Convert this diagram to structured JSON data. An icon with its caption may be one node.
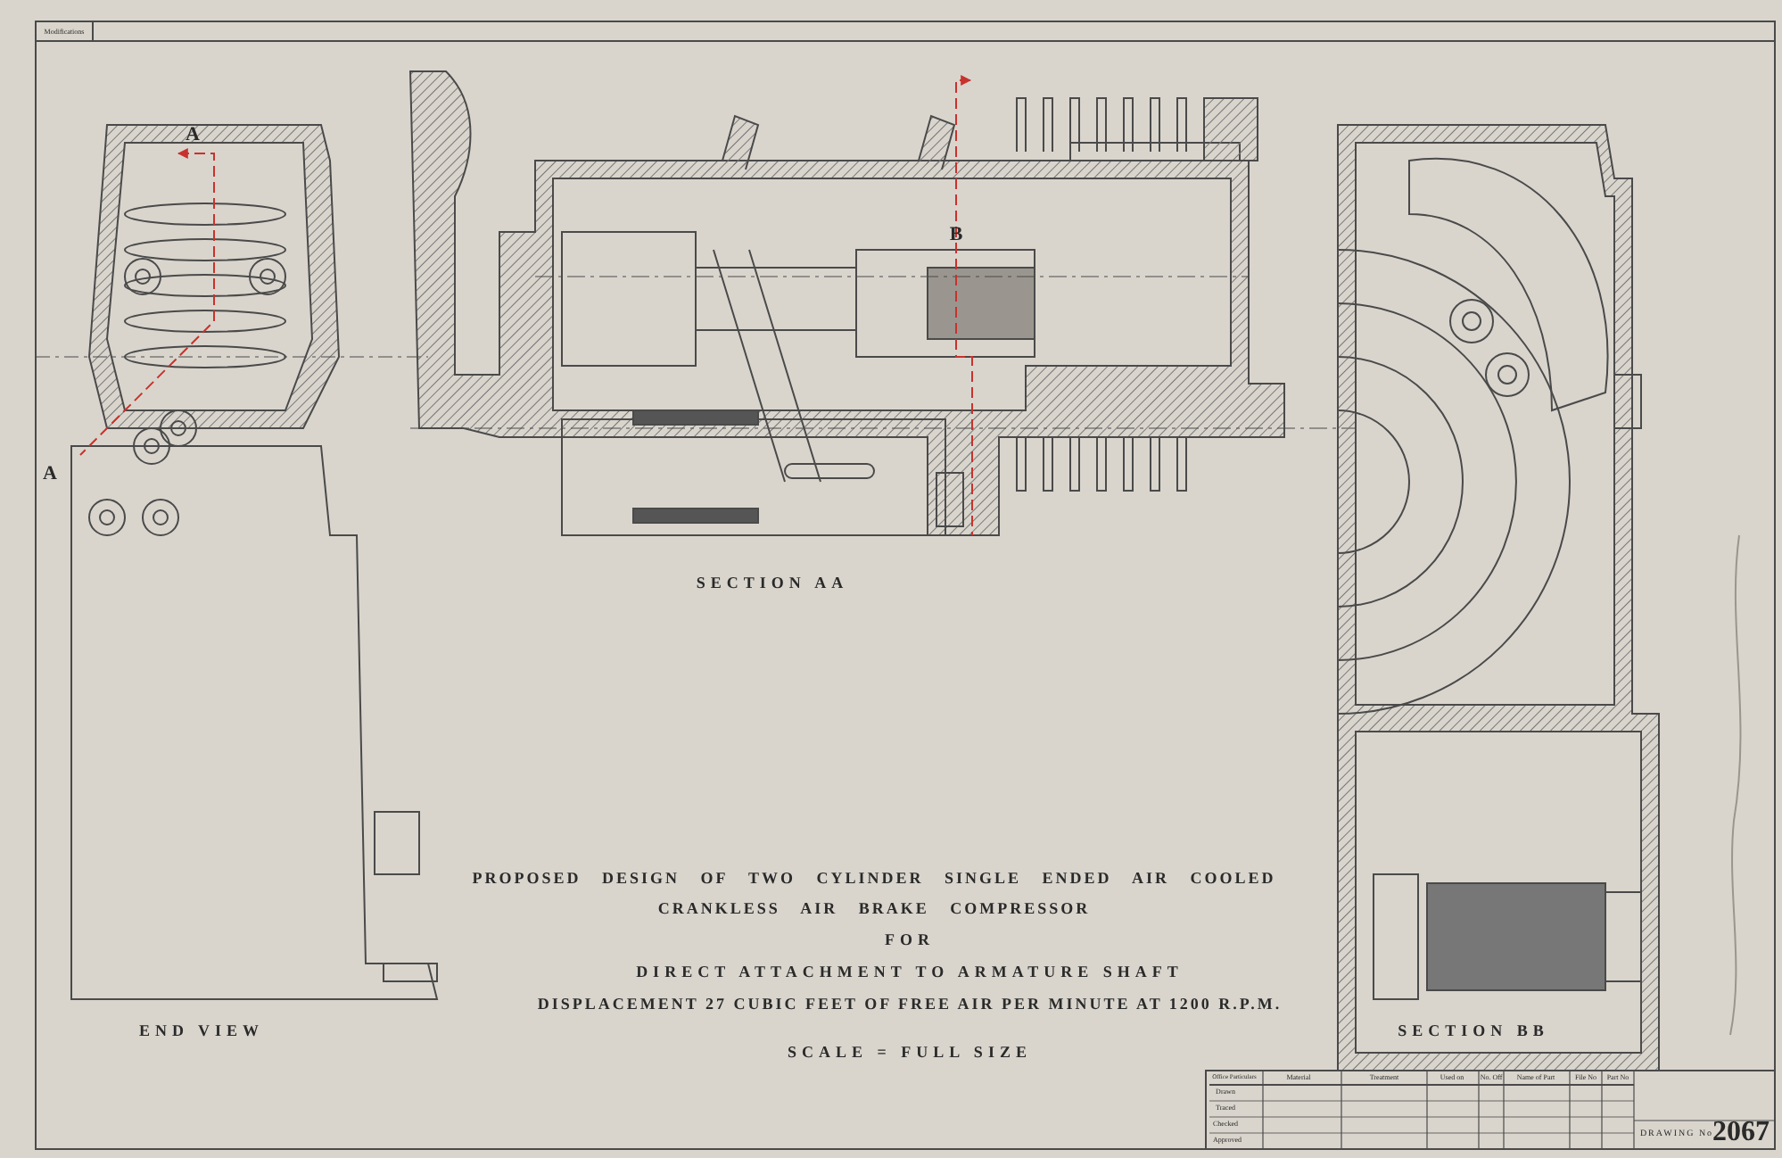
{
  "diagram": {
    "title": "PROPOSED DESIGN OF TWO CYLINDER SINGLE ENDED AIR COOLED CRANKLESS AIR BRAKE COMPRESSOR",
    "labels": [
      "Modifications",
      "A",
      "B",
      "A",
      "SECTION AA",
      "FOR",
      "DIRECT ATTACHMENT TO ARMATURE SHAFT",
      "DISPLACEMENT 27 CUBIC FEET OF FREE AIR PER MINUTE AT 1200 R.P.M.",
      "SCALE = FULL SIZE",
      "END VIEW",
      "SECTION BB",
      "Office Particulars",
      "Material",
      "Treatment",
      "Used on",
      "No. Off",
      "Name of Part",
      "File No",
      "Part No",
      "Drawn",
      "Traced",
      "Checked",
      "Approved",
      "DRAWING No",
      "2067"
    ]
  }
}
